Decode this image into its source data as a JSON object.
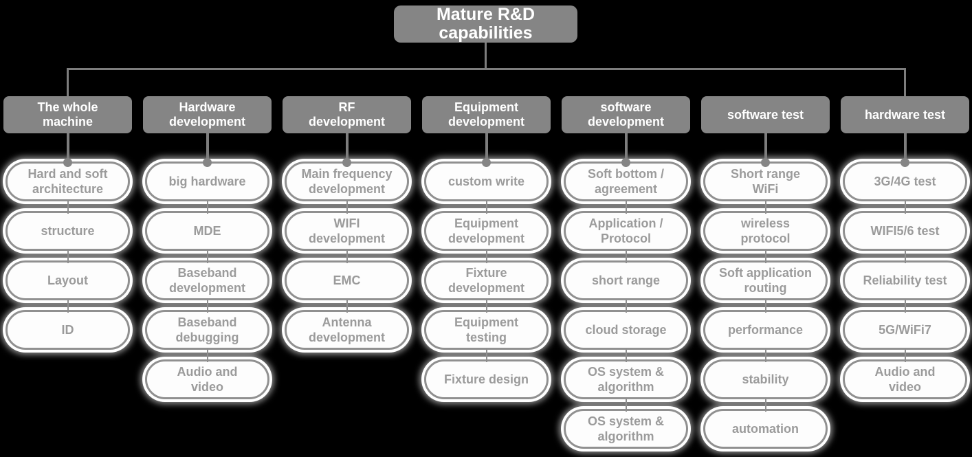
{
  "root": {
    "label": "Mature R&D\ncapabilities"
  },
  "tree": {
    "columns": [
      {
        "header": "The whole\nmachine",
        "items": [
          "Hard and soft\narchitecture",
          "structure",
          "Layout",
          "ID"
        ]
      },
      {
        "header": "Hardware\ndevelopment",
        "items": [
          "big hardware",
          "MDE",
          "Baseband\ndevelopment",
          "Baseband\ndebugging",
          "Audio and\nvideo"
        ]
      },
      {
        "header": "RF\ndevelopment",
        "items": [
          "Main frequency\ndevelopment",
          "WIFI\ndevelopment",
          "EMC",
          "Antenna\ndevelopment"
        ]
      },
      {
        "header": "Equipment\ndevelopment",
        "items": [
          "custom write",
          "Equipment\ndevelopment",
          "Fixture\ndevelopment",
          "Equipment\ntesting",
          "Fixture design"
        ]
      },
      {
        "header": "software\ndevelopment",
        "items": [
          "Soft bottom /\nagreement",
          "Application /\nProtocol",
          "short range",
          "cloud storage",
          "OS system &\nalgorithm",
          "OS system &\nalgorithm"
        ]
      },
      {
        "header": "software test",
        "items": [
          "Short range\nWiFi",
          "wireless\nprotocol",
          "Soft application\nrouting",
          "performance",
          "stability",
          "automation"
        ]
      },
      {
        "header": "hardware test",
        "items": [
          "3G/4G test",
          "WIFI5/6 test",
          "Reliability test",
          "5G/WiFi7",
          "Audio and\nvideo"
        ]
      }
    ]
  },
  "colors": {
    "background": "#000000",
    "node_fill": "#858585",
    "node_text": "#ffffff",
    "pill_fill": "#fdfdfd",
    "pill_border": "#909090",
    "pill_text": "#9b9b9b",
    "connector": "#7d7d7d",
    "pill_glow": "#ffffff"
  }
}
